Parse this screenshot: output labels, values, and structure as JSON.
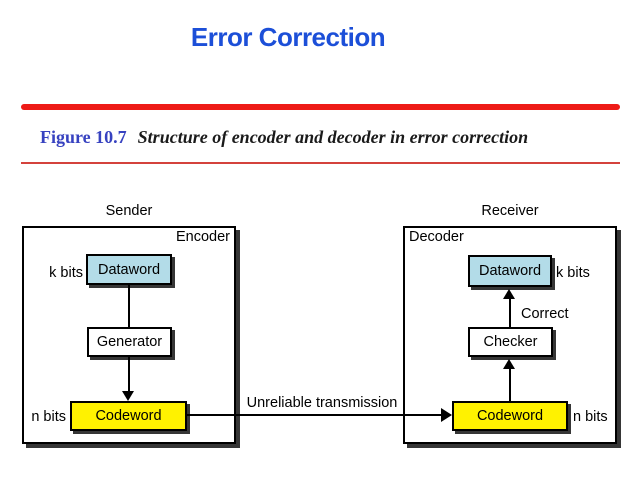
{
  "slide": {
    "title": "Error Correction"
  },
  "caption": {
    "label": "Figure 10.7",
    "text": "Structure of encoder and decoder in error correction"
  },
  "diagram": {
    "sender": {
      "title": "Sender",
      "role": "Encoder",
      "k_bits": "k bits",
      "n_bits": "n bits",
      "dataword": "Dataword",
      "generator": "Generator",
      "codeword": "Codeword"
    },
    "receiver": {
      "title": "Receiver",
      "role": "Decoder",
      "k_bits": "k bits",
      "n_bits": "n bits",
      "dataword": "Dataword",
      "checker": "Checker",
      "codeword": "Codeword",
      "correct": "Correct"
    },
    "channel": {
      "label": "Unreliable transmission"
    }
  },
  "colors": {
    "title_blue": "#1c4fd8",
    "figure_label_blue": "#3742c0",
    "rule_red_thick": "#ee1b17",
    "rule_red_thin": "#d4423c",
    "dataword_fill": "#b3dce8",
    "codeword_fill": "#fff200",
    "node_white": "#ffffff",
    "line_black": "#000000",
    "shadow_gray": "#363636"
  }
}
